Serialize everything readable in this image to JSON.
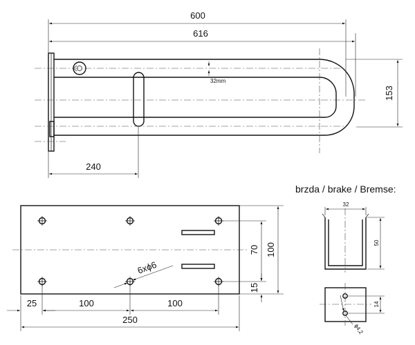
{
  "handle_view": {
    "dimensions": {
      "length_600": "600",
      "length_616": "616",
      "width_153": "153",
      "tube_32mm": "32mm",
      "grip_240": "240"
    }
  },
  "plate_view": {
    "dimensions": {
      "spacing_25": "25",
      "spacing_100_left": "100",
      "spacing_100_right": "100",
      "width_250": "250",
      "height_100": "100",
      "height_70": "70",
      "offset_15": "15",
      "holes": "6xϕ6"
    }
  },
  "brake_detail": {
    "caption": "brzda / brake / Bremse:",
    "dimensions": {
      "width_32": "32",
      "height_50": "50",
      "height_14": "14",
      "hole_4_2": "ϕ4,2"
    }
  }
}
